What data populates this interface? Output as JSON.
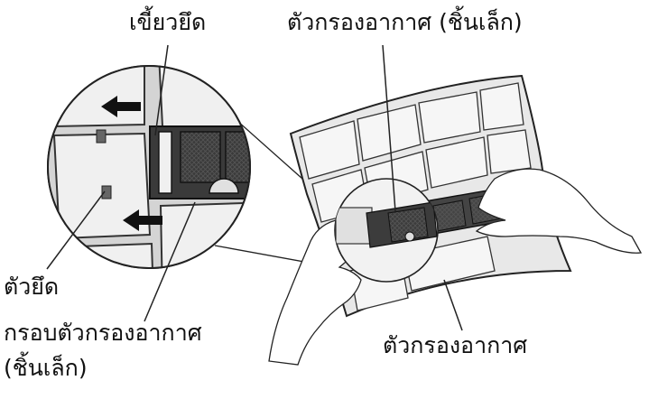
{
  "labels": {
    "clip": "เขี้ยวยึด",
    "small_filter": "ตัวกรองอากาศ (ชิ้นเล็ก)",
    "holder": "ตัวยึด",
    "frame_line1": "กรอบตัวกรองอากาศ",
    "frame_line2": "(ชิ้นเล็ก)",
    "air_filter": "ตัวกรองอากาศ"
  },
  "colors": {
    "line": "#222222",
    "panel_fill": "#e6e6e6",
    "cell_fill": "#f4f4f4",
    "frame_dark": "#555555",
    "arrow": "#111111"
  },
  "icons": {
    "arrow_upper": "left-arrow-icon",
    "arrow_lower": "left-arrow-icon"
  }
}
